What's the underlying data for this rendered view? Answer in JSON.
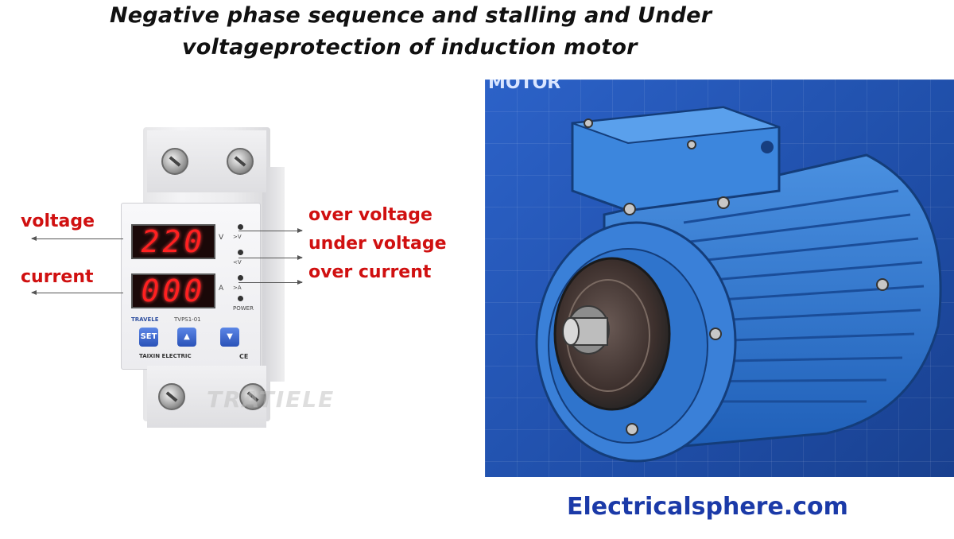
{
  "title": {
    "line1": "Negative phase sequence and stalling and Under",
    "line2": "voltageprotection of induction motor"
  },
  "device": {
    "display_voltage": "220",
    "display_current": "000",
    "unit_voltage": "V",
    "unit_current": "A",
    "led_labels": [
      ">V",
      "<V",
      ">A",
      "POWER"
    ],
    "brand": "TRAVELE",
    "model": "TVPS1-01",
    "set_button": "SET",
    "up_button": "▲",
    "down_button": "▼",
    "maker": "TAIXIN ELECTRIC",
    "ce_mark": "CE",
    "watermark": "TRATIELE"
  },
  "annotations": {
    "voltage": "voltage",
    "current": "current",
    "over_voltage": "over voltage",
    "under_voltage": "under voltage",
    "over_current": "over current"
  },
  "motor_panel": {
    "tag": "MOTOR"
  },
  "footer": {
    "site": "Electricalsphere.com"
  },
  "colors": {
    "annotation": "#d01010",
    "motor_bg": "#2c62c8",
    "motor_body": "#3a7fd6",
    "footer": "#1b3aa8"
  }
}
